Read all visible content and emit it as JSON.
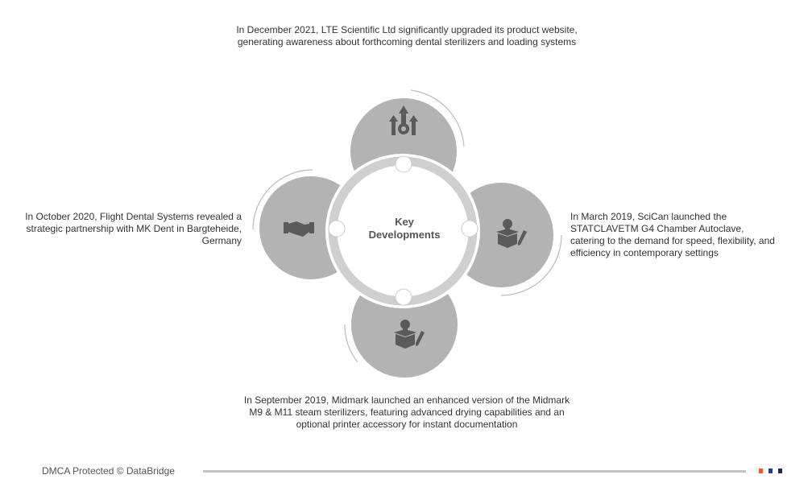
{
  "center_label": [
    "Key",
    "Developments"
  ],
  "developments": {
    "top": "In December 2021, LTE Scientific Ltd significantly upgraded its product website, generating awareness about forthcoming dental sterilizers and loading systems",
    "left": "In October 2020, Flight Dental Systems revealed a strategic partnership with MK Dent in Bargteheide, Germany",
    "right": "In March 2019, SciCan launched the STATCLAVETM G4 Chamber Autoclave, catering to the demand for speed, flexibility, and efficiency in contemporary settings",
    "bottom": "In September 2019, Midmark launched an enhanced version of the Midmark M9 & M11 steam sterilizers, featuring advanced drying capabilities and an optional printer accessory for instant documentation"
  },
  "footer": {
    "text": "DMCA Protected © DataBridge"
  },
  "colors": {
    "circle": "#b3b3b3",
    "ring": "#d0d0d0",
    "icon": "#5a5a5a",
    "sq1": "#f05a28",
    "sq2": "#2b3a8c",
    "sq3": "#1f2a5c"
  }
}
